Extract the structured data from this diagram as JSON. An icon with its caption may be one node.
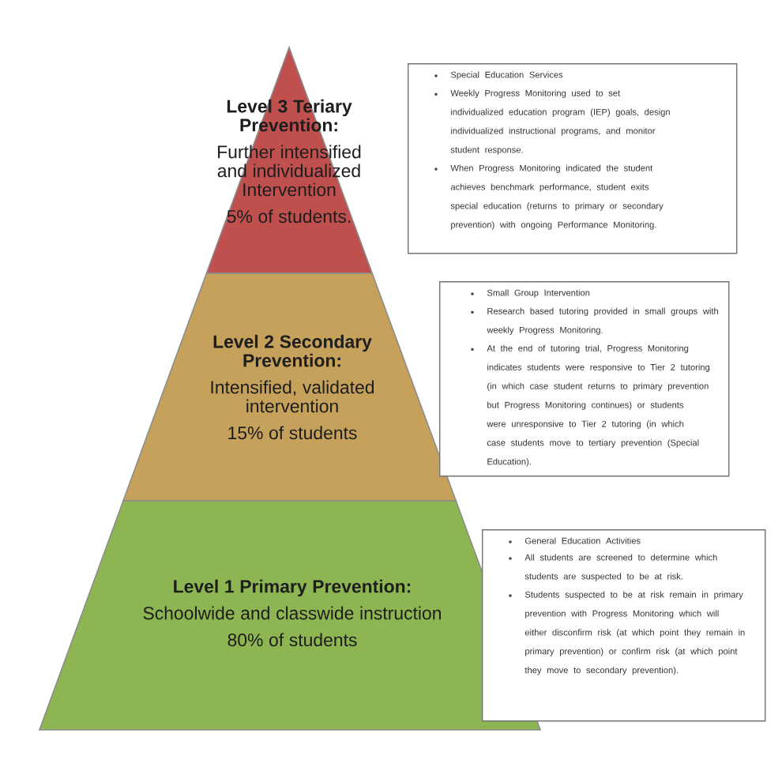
{
  "diagram": {
    "nodes": [
      {
        "text": [
          "Level 3 Teriary Prevention:",
          "Further intensified and individualized Intervention",
          "5% of students."
        ]
      },
      {
        "text": [
          "Level 2 Secondary Prevention:",
          "Intensified, validated intervention",
          "15% of students"
        ]
      },
      {
        "text": [
          "Level 1 Primary Prevention:",
          "Schoolwide and classwide instruction",
          "80% of students"
        ]
      },
      {
        "text": [
          "Special Education Services",
          "Weekly Progress Monitoring used to set individualized education program (IEP) goals, design individualized instructional programs, and monitor student response.",
          "When Progress Monitoring indicated the student achieves benchmark performance, student exits special education (returns to primary or secondary prevention) with ongoing Performance Monitoring."
        ]
      },
      {
        "text": [
          "Small Group Intervention",
          "Research based tutoring provided in small groups with weekly Progress Monitoring.",
          "At the end of tutoring trial, Progress Monitoring indicates students were responsive to Tier 2 tutoring (in which case student returns to primary prevention but Progress Monitoring continues) or students were unresponsive to Tier 2 tutoring (in which case students move to tertiary prevention (Special Education)."
        ]
      },
      {
        "text": [
          "General Education Activities",
          "All students are screened to determine which students are suspected to be at risk.",
          "Students suspected to be at risk remain in primary prevention with Progress Monitoring which will either disconfirm risk (at which point they remain in primary prevention) or confirm risk (at which point they move to secondary prevention)."
        ]
      }
    ]
  }
}
